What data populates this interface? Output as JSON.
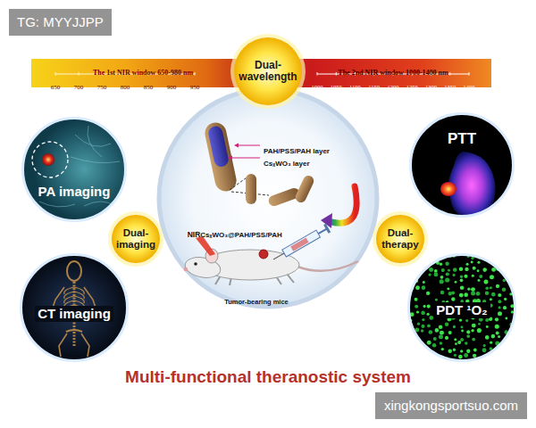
{
  "diagram": {
    "title": "Multi-functional theranostic system",
    "nodes": [
      {
        "text": [
          "The 1st NIR window 650-980 nm",
          "650",
          "700",
          "750",
          "800",
          "850",
          "900",
          "950",
          "The 2nd NIR window 1000-1400 nm",
          "1000",
          "1050",
          "1100",
          "1150",
          "1200",
          "1250",
          "1300",
          "1350",
          "1400"
        ]
      },
      {
        "text": [
          "Dual- wavelength"
        ]
      },
      {
        "text": [
          "PA imaging"
        ]
      },
      {
        "text": [
          "PAH/PSS/PAH layer",
          "CsₓWO₃ layer",
          "CsₓWO₃@PAH/PSS/PAH",
          "NIR",
          "Tumor-bearing mice"
        ]
      },
      {
        "text": [
          "PTT"
        ]
      },
      {
        "text": [
          "Dual- imaging"
        ]
      },
      {
        "text": [
          "Dual- therapy"
        ]
      },
      {
        "text": [
          "CT imaging"
        ]
      },
      {
        "text": [
          "PDT ¹O₂"
        ]
      }
    ],
    "labels": [
      "TG: MYYJJPP",
      "xingkongsportsuo.com"
    ]
  }
}
